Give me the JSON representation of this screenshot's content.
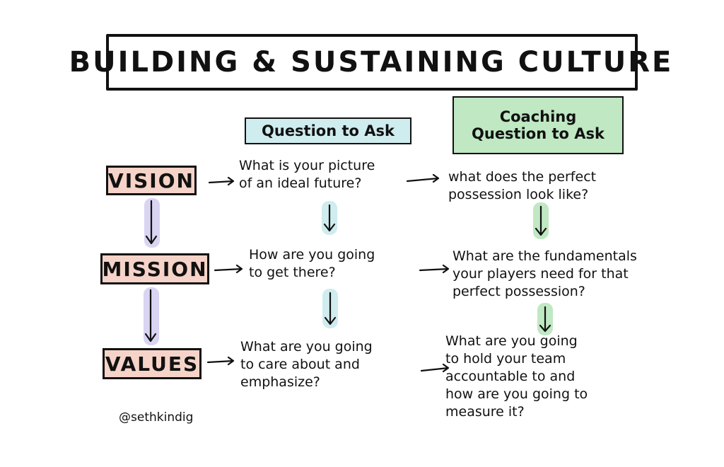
{
  "title": "Building & Sustaining Culture",
  "columns": {
    "question": "Question to Ask",
    "coaching": "Coaching\nQuestion to Ask"
  },
  "rows": {
    "vision": {
      "label": "Vision",
      "question": "What is your picture\nof an ideal future?",
      "coaching": "what does the perfect\npossession look like?"
    },
    "mission": {
      "label": "Mission",
      "question": "How are you going\nto get there?",
      "coaching": "What are the fundamentals\nyour players need for that\nperfect possession?"
    },
    "values": {
      "label": "Values",
      "question": "What are you going\nto care about and\nemphasize?",
      "coaching": "What are you going\nto hold your team\naccountable to and\nhow are you going to\nmeasure it?"
    }
  },
  "signature": "@sethkindig",
  "colors": {
    "label_fill": "#f6d3c8",
    "question_header_fill": "#cfecef",
    "coaching_header_fill": "#bfe8c3",
    "left_arrow_highlight": "#d9d4f2",
    "middle_arrow_highlight": "#cfecef",
    "right_arrow_highlight": "#bfe8c3"
  }
}
